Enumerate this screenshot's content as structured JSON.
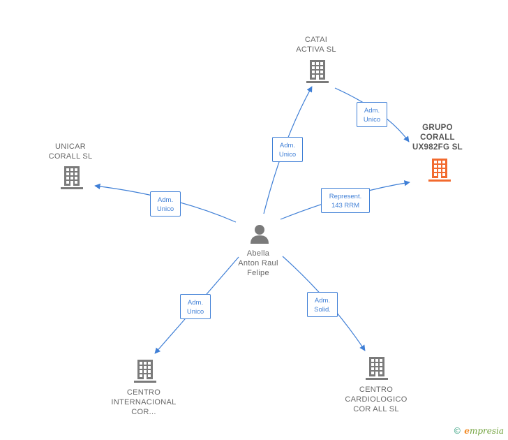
{
  "nodes": [
    {
      "id": "person",
      "label": "Abella\nAnton Raul\nFelipe",
      "kind": "person"
    },
    {
      "id": "catai",
      "label": "CATAI\nACTIVA  SL",
      "kind": "company"
    },
    {
      "id": "grupo",
      "label": "GRUPO\nCORALL\nUX982FG  SL",
      "kind": "company-highlight"
    },
    {
      "id": "unicar",
      "label": "UNICAR\nCORALL  SL",
      "kind": "company"
    },
    {
      "id": "centro_int",
      "label": "CENTRO\nINTERNACIONAL\nCOR...",
      "kind": "company"
    },
    {
      "id": "centro_card",
      "label": "CENTRO\nCARDIOLOGICO\nCOR ALL  SL",
      "kind": "company"
    }
  ],
  "edges": [
    {
      "from": "person",
      "to": "catai",
      "label": "Adm.\nUnico"
    },
    {
      "from": "catai",
      "to": "grupo",
      "label": "Adm.\nUnico"
    },
    {
      "from": "person",
      "to": "grupo",
      "label": "Represent.\n143 RRM"
    },
    {
      "from": "person",
      "to": "unicar",
      "label": "Adm.\nUnico"
    },
    {
      "from": "person",
      "to": "centro_int",
      "label": "Adm.\nUnico"
    },
    {
      "from": "person",
      "to": "centro_card",
      "label": "Adm.\nSolid."
    }
  ],
  "colors": {
    "edge": "#3f7fd6",
    "company": "#7a7a7a",
    "highlight": "#f26a2e",
    "person": "#7a7a7a"
  },
  "footer": {
    "copyright": "©",
    "brand_initial": "e",
    "brand_rest": "mpresia"
  }
}
